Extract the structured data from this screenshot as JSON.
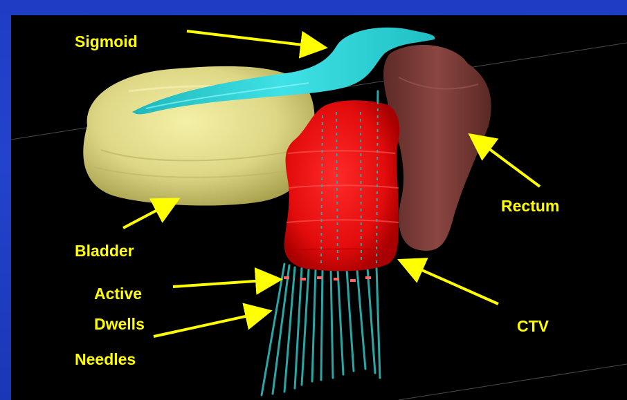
{
  "labels": {
    "sigmoid": "Sigmoid",
    "rectum": "Rectum",
    "bladder": "Bladder",
    "active": "Active",
    "dwells": "Dwells",
    "needles": "Needles",
    "ctv": "CTV"
  },
  "colors": {
    "background": "#2443cc",
    "panel": "#000000",
    "label": "#ffff00",
    "bladder": "#e8e38c",
    "sigmoid": "#2ad4d8",
    "rectum": "#7a3a36",
    "ctv": "#e81010",
    "needles": "#2aa6a6"
  },
  "icons": [
    "arrow-icon"
  ]
}
